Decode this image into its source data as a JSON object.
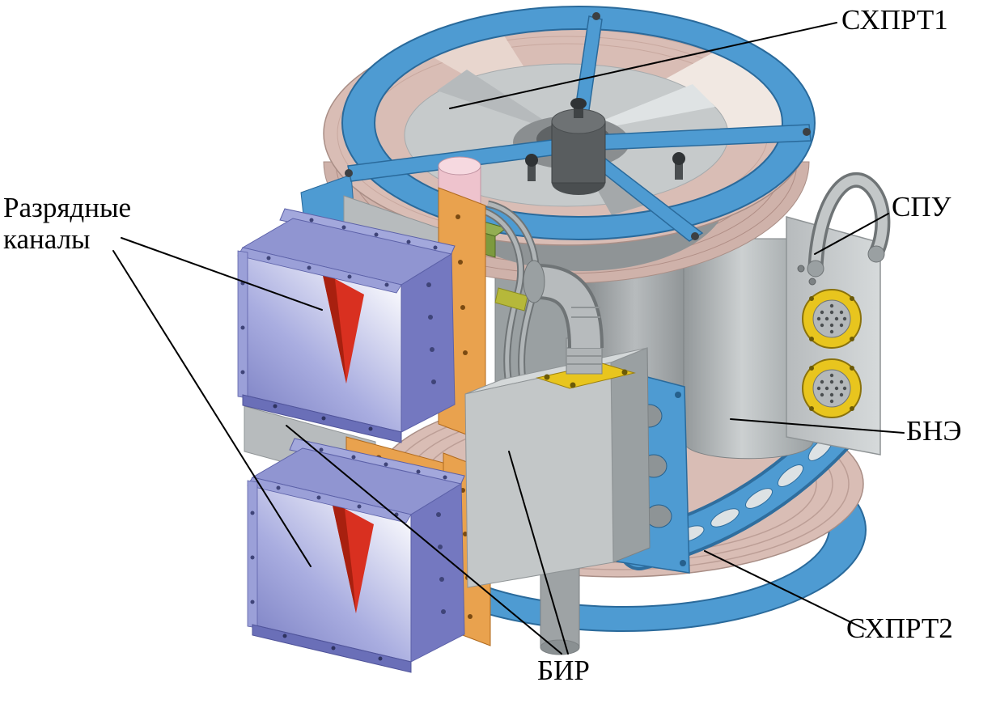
{
  "figure": {
    "type": "technical-assembly-diagram",
    "labels": {
      "schprt1": "СХПРТ1",
      "discharge_channels": "Разрядные каналы",
      "spu": "СПУ",
      "bne": "БНЭ",
      "schprt2": "СХПРТ2",
      "bir": "БИР"
    },
    "palette": {
      "frame_blue": "#4e9bd2",
      "frame_blue_dark": "#2a6a9b",
      "coil_pink": "#d9bdb5",
      "coil_pink_dark": "#b08e86",
      "body_gray": "#b7bbbd",
      "body_gray_dark": "#8f9496",
      "channel_purple": "#7d82c6",
      "channel_purple_light": "#9ba0d8",
      "flag_red": "#d93020",
      "bracket_orange": "#e9a24e",
      "connector_yellow": "#e8c51e",
      "small_pink": "#eec3cd",
      "small_green": "#7d9a3e",
      "leader_line": "#000000",
      "background": "#ffffff"
    }
  }
}
